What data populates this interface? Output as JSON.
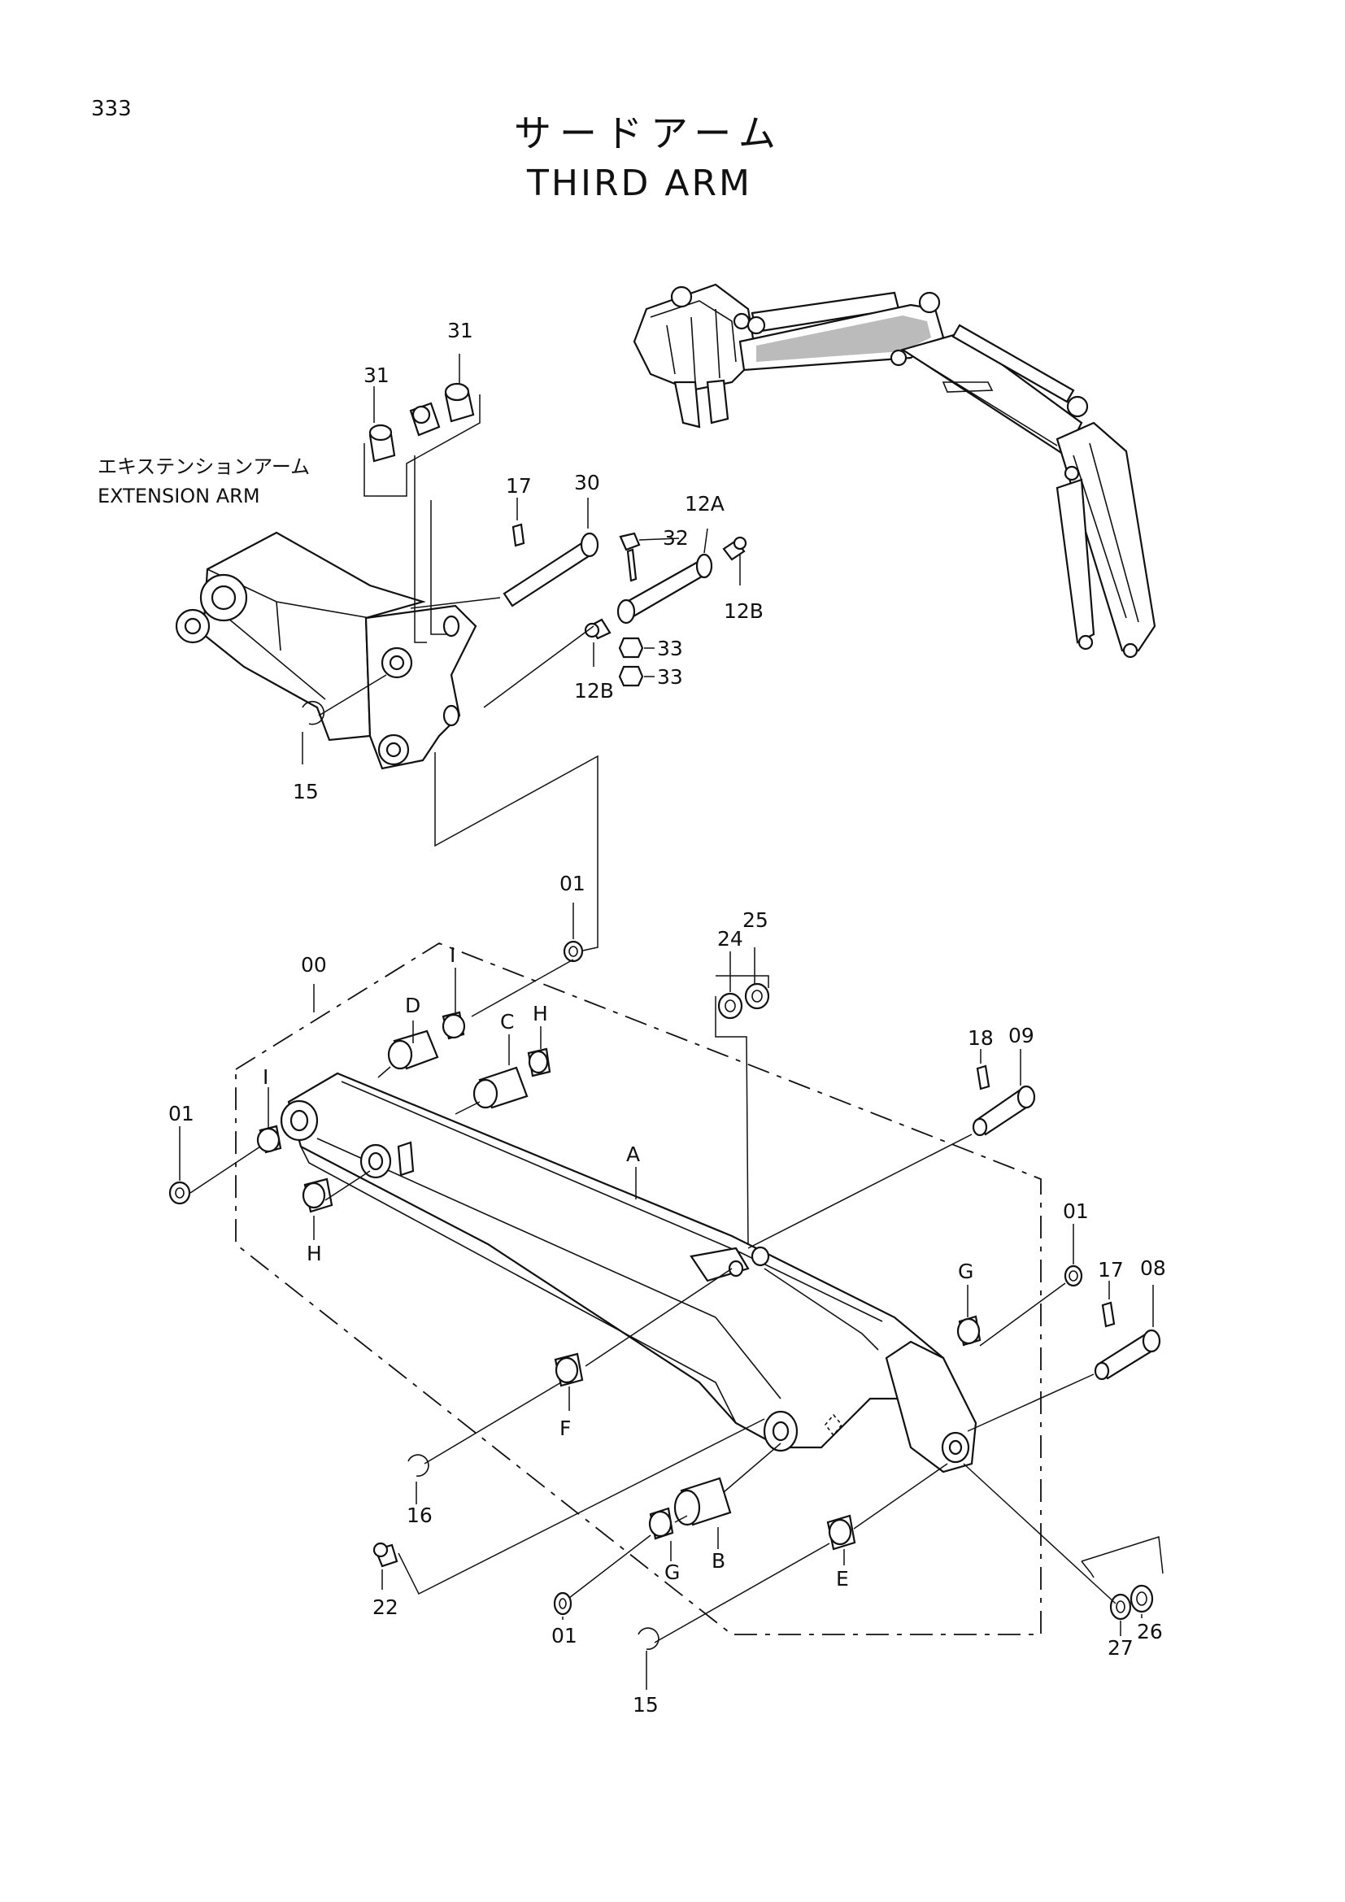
{
  "page": {
    "number": "333"
  },
  "title": {
    "japanese": "サードアーム",
    "english": "THIRD ARM"
  },
  "notes": {
    "extension_jp": "エキステンションアーム",
    "extension_en": "EXTENSION ARM"
  },
  "callouts": {
    "c31a": "31",
    "c31b": "31",
    "c17a": "17",
    "c30": "30",
    "c32": "32",
    "c12A": "12A",
    "c12Ba": "12B",
    "c12Bb": "12B",
    "c33a": "33",
    "c33b": "33",
    "c15a": "15",
    "c01a": "01",
    "c00": "00",
    "cIa": "I",
    "cD": "D",
    "cC": "C",
    "cHa": "H",
    "c24": "24",
    "c25": "25",
    "c01b": "01",
    "cIb": "I",
    "cHb": "H",
    "cA": "A",
    "c18": "18",
    "c09": "09",
    "c01c": "01",
    "c17b": "17",
    "c08": "08",
    "cGa": "G",
    "cF": "F",
    "c16": "16",
    "c22": "22",
    "cB": "B",
    "cGb": "G",
    "c01d": "01",
    "cE": "E",
    "c15b": "15",
    "c27": "27",
    "c26": "26"
  }
}
